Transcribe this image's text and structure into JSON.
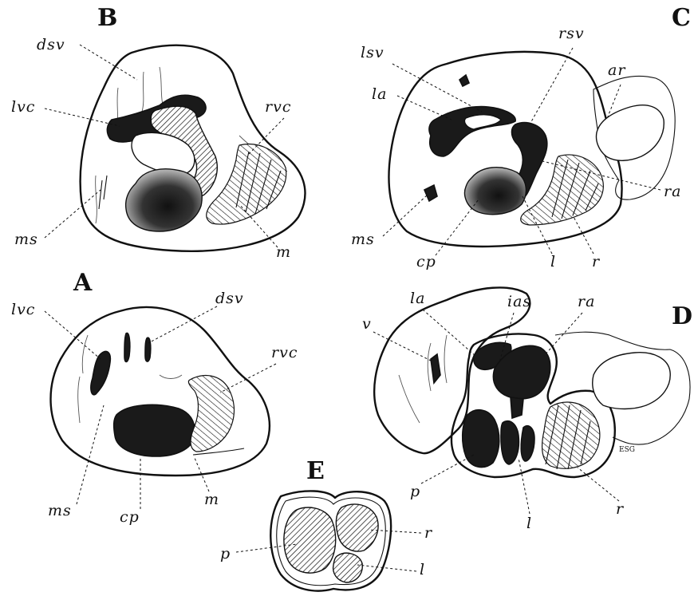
{
  "panels": {
    "A": {
      "letter": "A",
      "labels": {
        "lvc": "lvc",
        "dsv": "dsv",
        "rvc": "rvc",
        "ms": "ms",
        "cp": "cp",
        "m": "m"
      }
    },
    "B": {
      "letter": "B",
      "labels": {
        "dsv": "dsv",
        "lvc": "lvc",
        "rvc": "rvc",
        "ms": "ms",
        "m": "m"
      }
    },
    "C": {
      "letter": "C",
      "labels": {
        "lsv": "lsv",
        "rsv": "rsv",
        "la": "la",
        "ar": "ar",
        "ra": "ra",
        "ms": "ms",
        "cp": "cp",
        "l": "l",
        "r": "r"
      }
    },
    "D": {
      "letter": "D",
      "labels": {
        "la": "la",
        "ias": "ias",
        "ra": "ra",
        "v": "v",
        "p": "p",
        "l": "l",
        "r": "r"
      },
      "signature": "ESG"
    },
    "E": {
      "letter": "E",
      "labels": {
        "p": "p",
        "r": "r",
        "l": "l"
      }
    }
  },
  "colors": {
    "ink": "#111111",
    "paper": "#ffffff"
  }
}
